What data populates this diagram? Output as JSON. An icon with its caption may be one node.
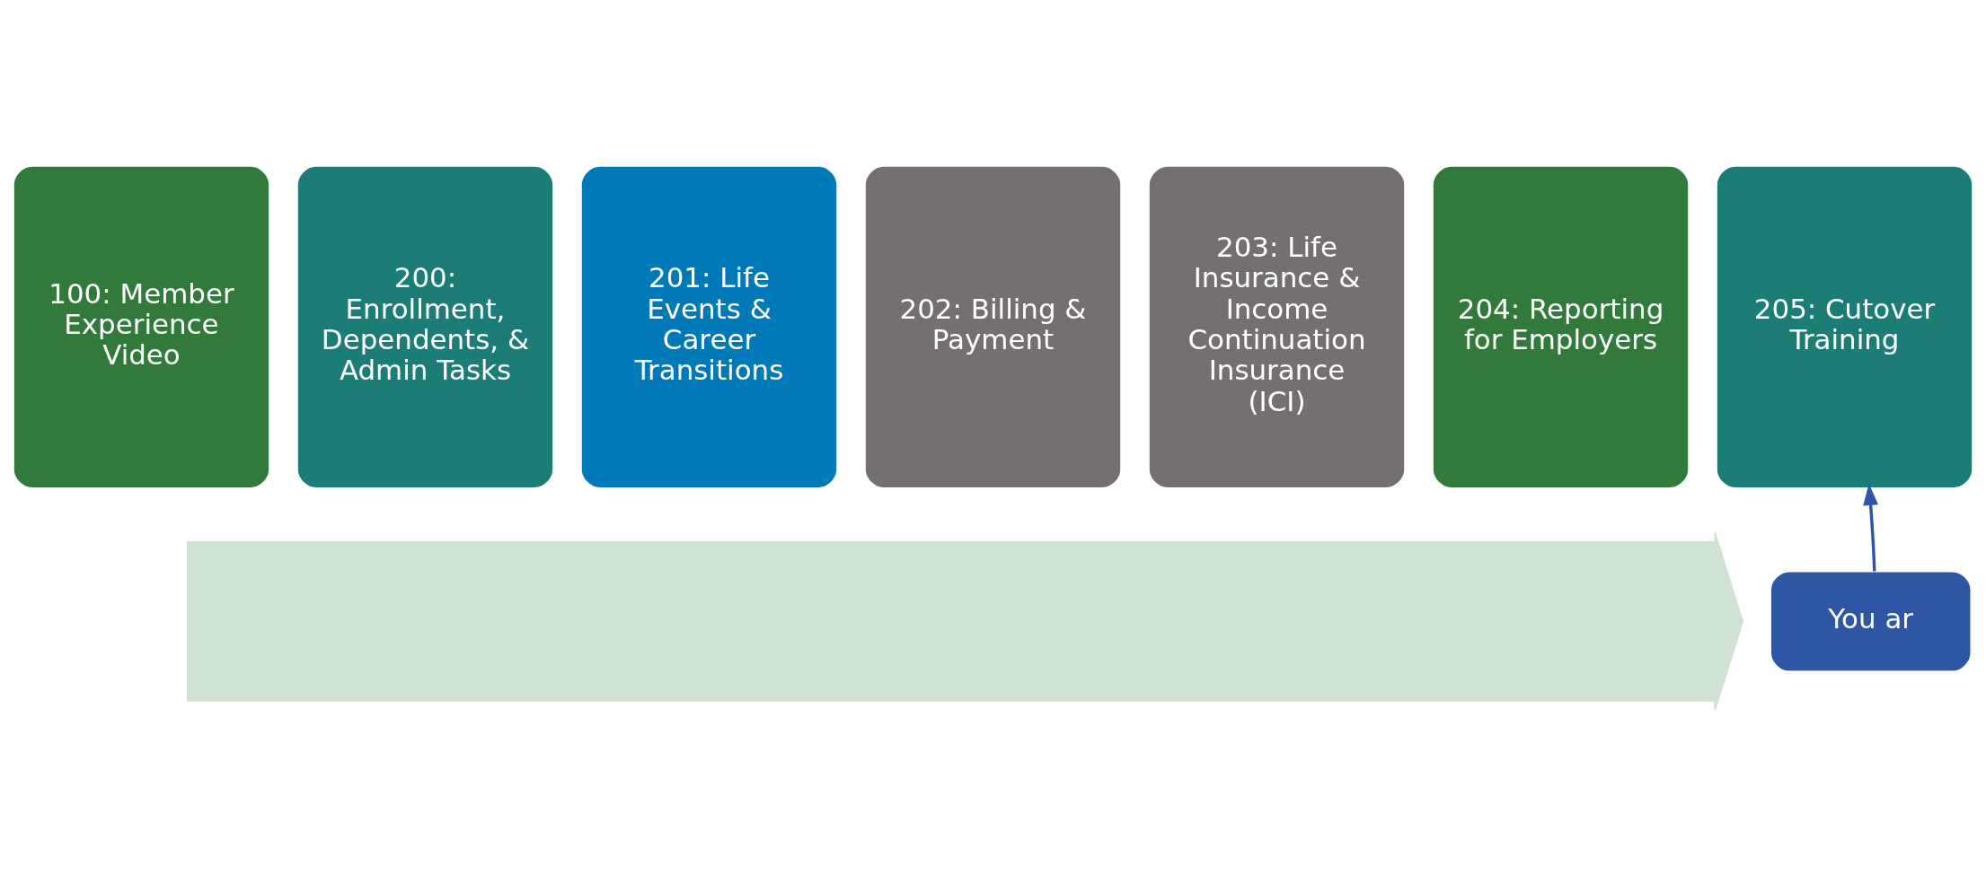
{
  "diagram": {
    "nodes": [
      {
        "text": [],
        "shape": "arrow"
      },
      {
        "text": [
          "100: Member Experience Video"
        ]
      },
      {
        "text": [
          "200: Enrollment, Dependents, & Admin Tasks"
        ]
      },
      {
        "text": [
          "201: Life Events & Career Transitions"
        ]
      },
      {
        "text": [
          "202: Billing & Payment"
        ]
      },
      {
        "text": [
          "203: Life Insurance & Income Continuation Insurance (ICI)"
        ]
      },
      {
        "text": [
          "204: Reporting for Employers"
        ]
      },
      {
        "text": [
          "205: Cutover Training"
        ]
      },
      {
        "text": [
          "You ar"
        ]
      }
    ],
    "edges": [
      {
        "from": 8,
        "to": 7,
        "arrow": "to"
      }
    ]
  }
}
